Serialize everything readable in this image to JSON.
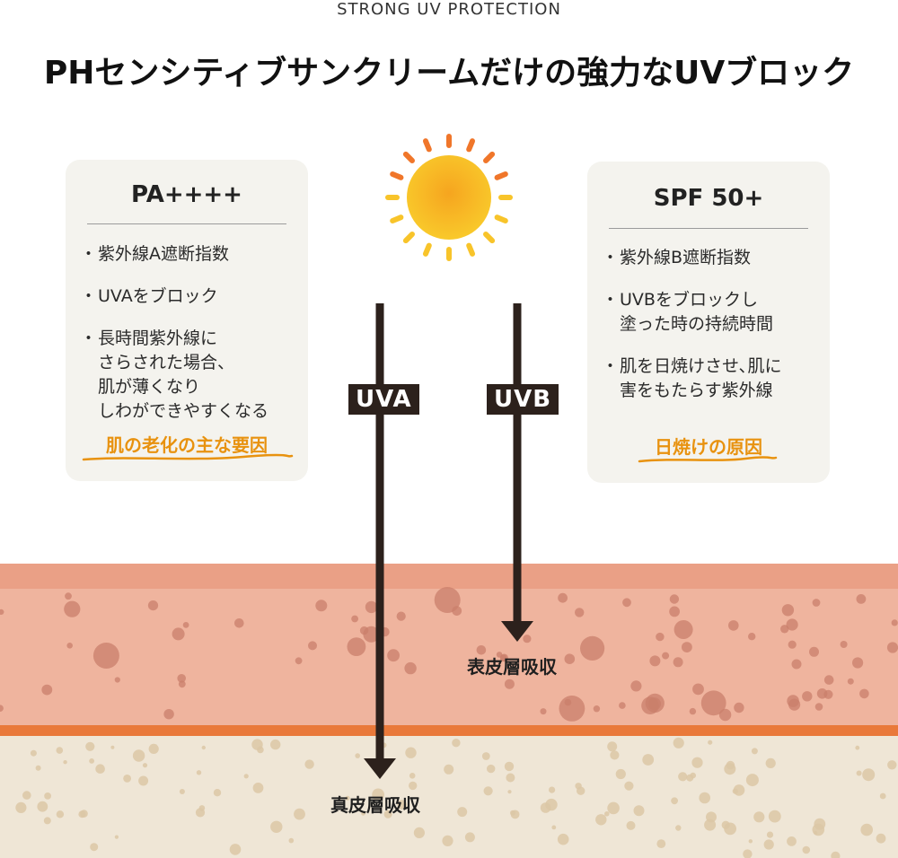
{
  "header": {
    "eyebrow": "STRONG UV PROTECTION",
    "headline": "PHセンシティブサンクリームだけの強力なUVブロック"
  },
  "card_pa": {
    "title": "PA++++",
    "bullets": [
      "紫外線A遮断指数",
      "UVAをブロック",
      "長時間紫外線に\nさらされた場合、\n肌が薄くなり\nしわができやすくなる"
    ],
    "tagline": "肌の老化の主な要因"
  },
  "card_spf": {
    "title": "SPF 50+",
    "bullets": [
      "紫外線B遮断指数",
      "UVBをブロックし\n塗った時の持続時間",
      "肌を日焼けさせ､肌に\n害をもたらす紫外線"
    ],
    "tagline": "日焼けの原因"
  },
  "rays": {
    "uva_label": "UVA",
    "uvb_label": "UVB"
  },
  "absorption": {
    "epidermis": "表皮層吸収",
    "dermis": "真皮層吸収"
  },
  "colors": {
    "accent": "#e8920f",
    "arrow": "#2c211c",
    "card_bg": "#f4f3ee",
    "epidermis": "#efb49e",
    "epidermis_top": "#eaa086",
    "skin_line": "#e9793a",
    "dermis": "#efe6d6",
    "sun_center": "#f5a21e",
    "sun_edge": "#f8cf2a"
  },
  "icons": {
    "sun": "sun-icon"
  }
}
